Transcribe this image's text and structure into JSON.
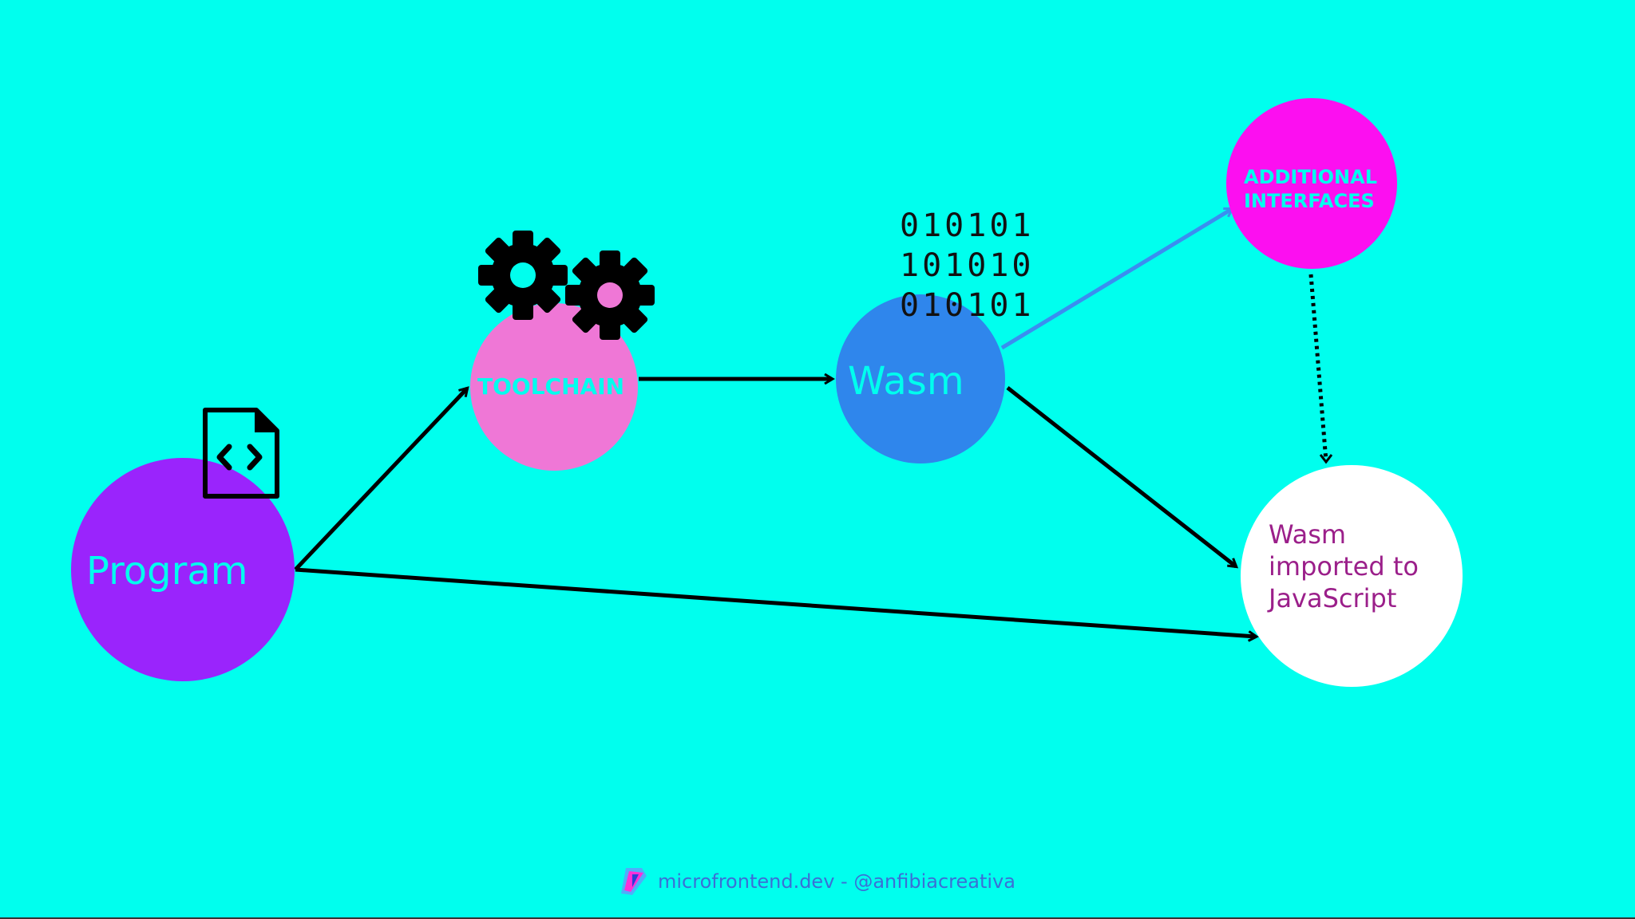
{
  "nodes": {
    "program": {
      "label": "Program",
      "color": "#9a24fc"
    },
    "toolchain": {
      "label": "TOOLCHAIN",
      "color": "#ef77d6"
    },
    "wasm": {
      "label": "Wasm",
      "color": "#2f86ec"
    },
    "additional_interfaces": {
      "label_line1": "ADDITIONAL",
      "label_line2": "INTERFACES",
      "color": "#fc0ff0"
    },
    "imported": {
      "label_line1": "Wasm",
      "label_line2": "imported to",
      "label_line3": "JavaScript",
      "color": "#ffffff",
      "text_color": "#9b1f8a"
    }
  },
  "binary": {
    "line1": "010101",
    "line2": "101010",
    "line3": "010101"
  },
  "icons": {
    "code_file": "code-file-icon",
    "gears": "gears-icon",
    "logo": "microfrontend-logo-icon"
  },
  "background": "#00ffee",
  "footer": {
    "text": "microfrontend.dev - @anfibiacreativa"
  }
}
